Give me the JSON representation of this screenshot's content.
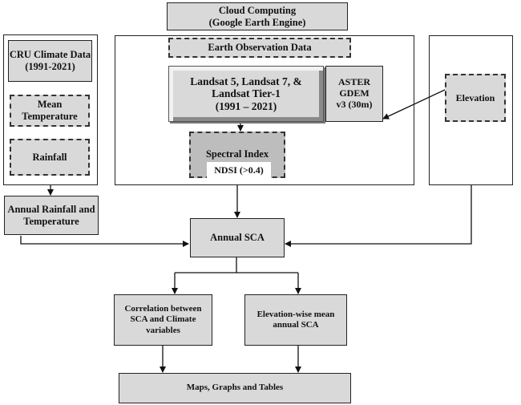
{
  "nodes": {
    "cloud": "Cloud Computing\n(Google Earth Engine)",
    "cru": "CRU Climate Data (1991-2021)",
    "mean_temperature": "Mean Temperature",
    "rainfall": "Rainfall",
    "earth_observation": "Earth Observation Data",
    "landsat": "Landsat 5, Landsat 7, &\nLandsat Tier-1\n(1991 – 2021)",
    "aster": "ASTER\nGDEM\nv3 (30m)",
    "spectral_index": "Spectral Index",
    "ndsi": "NDSI (>0.4)",
    "elevation": "Elevation",
    "annual_rainfall_temperature": "Annual Rainfall and Temperature",
    "annual_sca": "Annual SCA",
    "correlation": "Correlation between SCA and Climate variables",
    "elevation_wise": "Elevation-wise mean annual SCA",
    "maps": "Maps, Graphs and Tables"
  }
}
